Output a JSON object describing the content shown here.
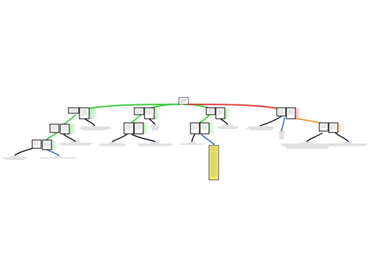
{
  "map": {
    "root": {
      "label": ""
    },
    "branches": [
      {
        "name": "branch-a",
        "color": "#44cc44"
      },
      {
        "name": "branch-b",
        "color": "#44cc44"
      },
      {
        "name": "branch-c",
        "color": "#44cc44"
      },
      {
        "name": "branch-d",
        "color": "#dd4444"
      }
    ],
    "colors": {
      "green": "#44cc44",
      "red": "#dd4444",
      "orange": "#ee9944",
      "blue_link": "#3366cc",
      "node_border": "#222222",
      "callout_fill": "#f7f06a",
      "callout_border": "#444444"
    }
  }
}
